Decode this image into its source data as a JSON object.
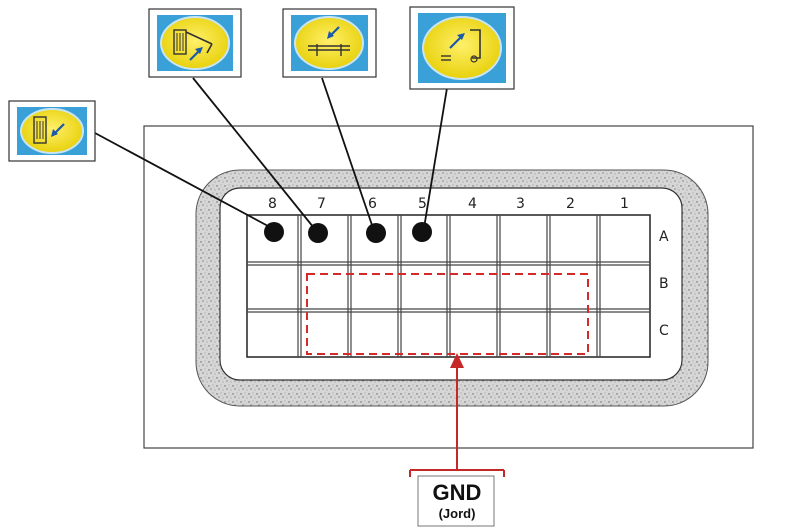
{
  "connector": {
    "columns": [
      "8",
      "7",
      "6",
      "5",
      "4",
      "3",
      "2",
      "1"
    ],
    "rows": [
      "A",
      "B",
      "C"
    ]
  },
  "icons": [
    {
      "name": "hull-sensor-icon"
    },
    {
      "name": "bow-sensor-icon"
    },
    {
      "name": "keel-sensor-icon"
    },
    {
      "name": "stern-sensor-icon"
    }
  ],
  "ground": {
    "title": "GND",
    "subtitle": "(Jord)"
  },
  "colors": {
    "pin": "#111111",
    "dashed_region": "#d42a2a",
    "ground_arrow": "#c62828",
    "icon_fill": "#f5e52a",
    "icon_bg": "#3aa0d8"
  }
}
